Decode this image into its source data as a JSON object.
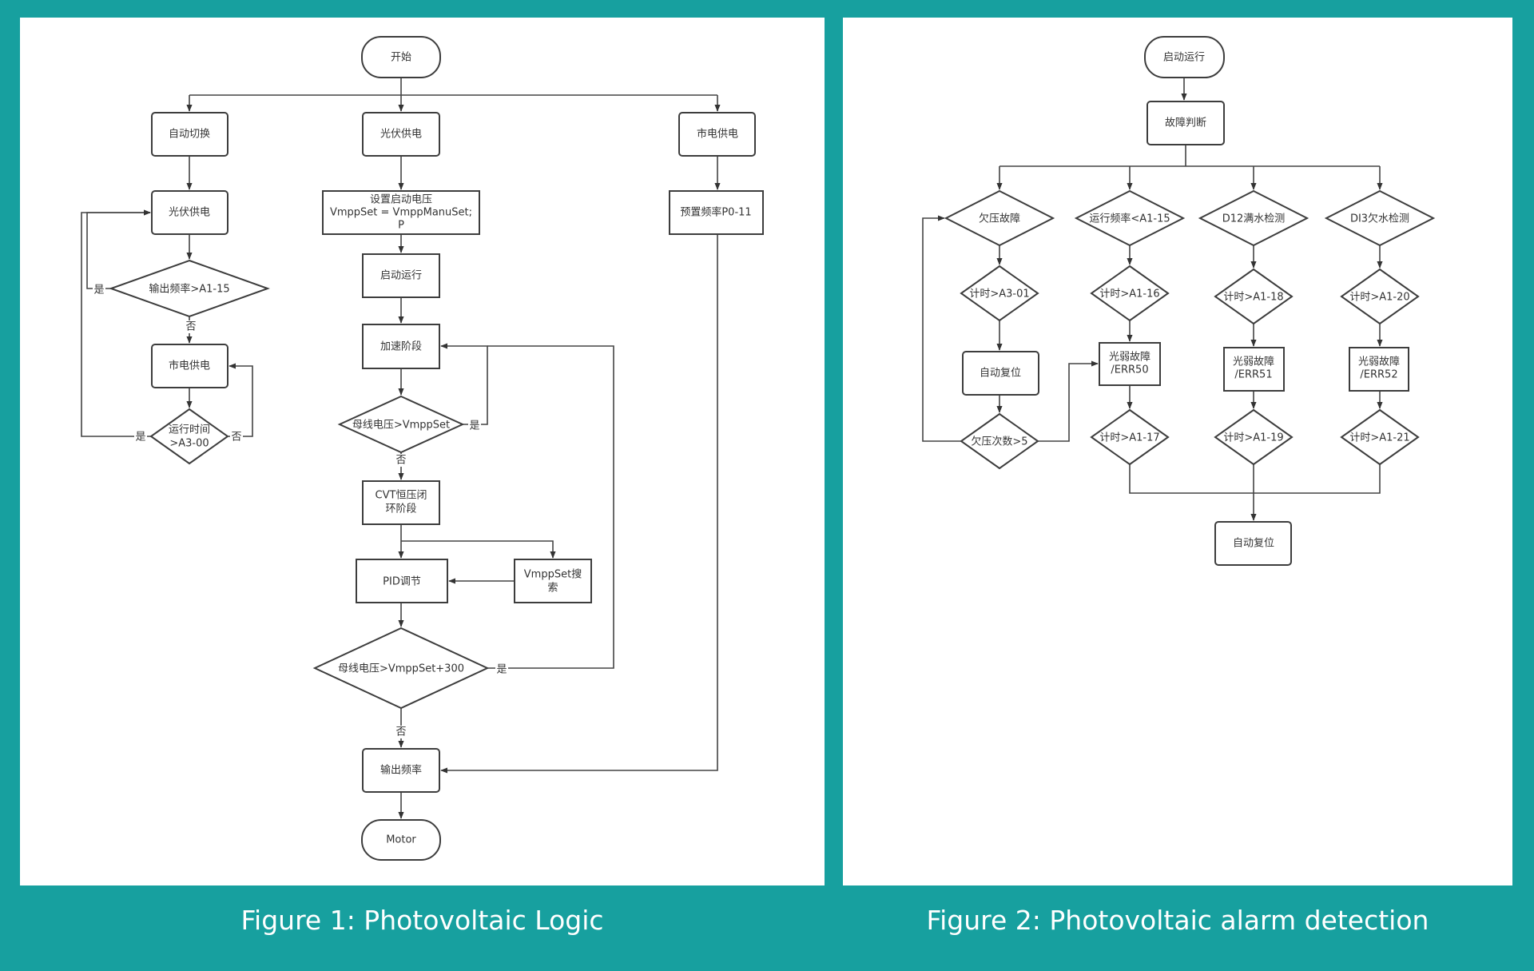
{
  "colors": {
    "background": "#17a09f",
    "panel": "#ffffff",
    "stroke": "#3d3d3d",
    "caption_text": "#ffffff"
  },
  "figure1": {
    "caption": "Figure 1: Photovoltaic Logic",
    "nodes": {
      "start": "开始",
      "auto_switch": "自动切换",
      "pv_supply_mid": "光伏供电",
      "grid_supply_right": "市电供电",
      "pv_supply_left": "光伏供电",
      "freq_check": "输出频率>A1-15",
      "grid_supply_left": "市电供电",
      "runtime_check": [
        "运行时间",
        ">A3-00"
      ],
      "set_start_voltage": [
        "设置启动电压",
        "VmppSet = VmppManuSet;",
        "P"
      ],
      "start_run": "启动运行",
      "accel_stage": "加速阶段",
      "bus_check1": "母线电压>VmppSet",
      "cvt_stage": [
        "CVT恒压闭",
        "环阶段"
      ],
      "pid": "PID调节",
      "vmpp_search": [
        "VmppSet搜",
        "索"
      ],
      "bus_check2": "母线电压>VmppSet+300",
      "output_freq": "输出频率",
      "preset_freq": "预置频率P0-11",
      "motor": "Motor"
    },
    "edge_labels": {
      "freq_yes": "是",
      "freq_no": "否",
      "runtime_yes": "是",
      "runtime_no": "否",
      "bus1_yes": "是",
      "bus1_no": "否",
      "bus2_yes": "是",
      "bus2_no": "否"
    }
  },
  "figure2": {
    "caption": "Figure 2: Photovoltaic alarm detection",
    "nodes": {
      "start_run": "启动运行",
      "fault_judge": "故障判断",
      "undervoltage": "欠压故障",
      "run_freq_check": "运行频率<A1-15",
      "di2_full_water": "D12满水检测",
      "di3_low_water": "DI3欠水检测",
      "timer_a3_01": "计时>A3-01",
      "timer_a1_16": "计时>A1-16",
      "timer_a1_18": "计时>A1-18",
      "timer_a1_20": "计时>A1-20",
      "auto_reset_1": "自动复位",
      "err50": [
        "光弱故障",
        "/ERR50"
      ],
      "err51": [
        "光弱故障",
        "/ERR51"
      ],
      "err52": [
        "光弱故障",
        "/ERR52"
      ],
      "undervoltage_count": "欠压次数>5",
      "timer_a1_17": "计时>A1-17",
      "timer_a1_19": "计时>A1-19",
      "timer_a1_21": "计时>A1-21",
      "auto_reset_final": "自动复位"
    }
  }
}
